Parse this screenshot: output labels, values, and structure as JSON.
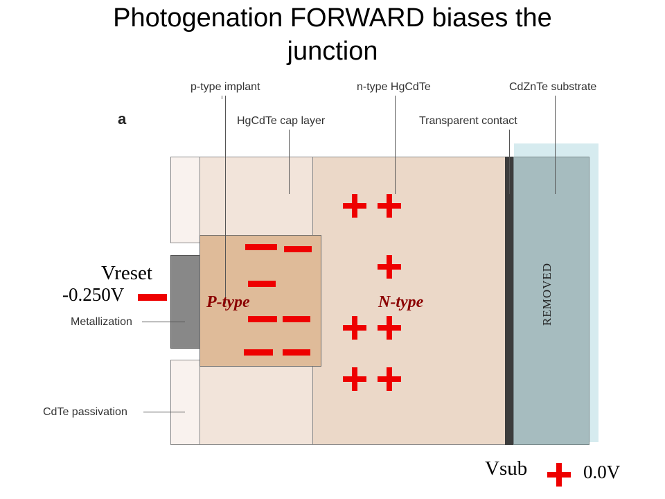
{
  "title": {
    "line1": "Photogenation FORWARD  biases the",
    "line2": "junction"
  },
  "panel_letter": "a",
  "labels": {
    "p_type_implant": "p-type implant",
    "n_type_hgcdte": "n-type HgCdTe",
    "cdznte_substrate": "CdZnTe substrate",
    "hgcdte_cap_layer": "HgCdTe cap layer",
    "transparent_contact": "Transparent contact",
    "metallization": "Metallization",
    "cdte_passivation": "CdTe passivation"
  },
  "regions": {
    "p_type": "P-type",
    "n_type": "N-type",
    "removed": "REMOVED"
  },
  "voltages": {
    "vreset_label": "Vreset",
    "vreset_value": "-0.250V",
    "vsub_label": "Vsub",
    "vsub_value": "0.0V"
  },
  "charges": {
    "negative_count": 8,
    "positive_count": 8
  },
  "colors": {
    "charge": "#ee0000",
    "n_region": "#ebd8c8",
    "p_region": "#dfbb99",
    "substrate": "#a6bcbf",
    "removed_highlight": "#d6ebef",
    "contact": "#3c3c3c",
    "metallization": "#888888"
  }
}
